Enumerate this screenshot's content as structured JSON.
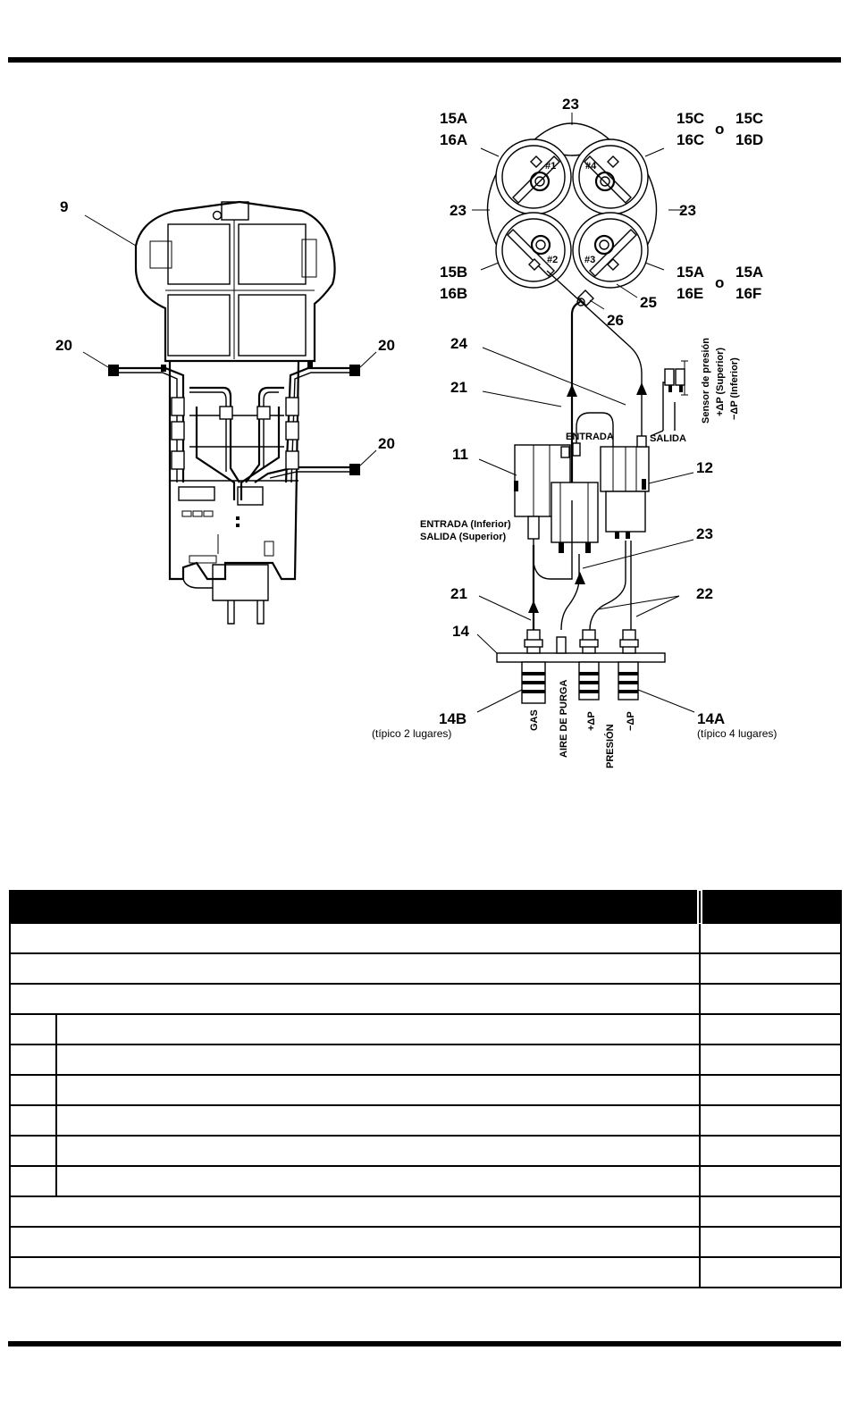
{
  "labels": {
    "left_assembly": "9",
    "connector_upper_left": "20",
    "connector_upper_right": "20",
    "connector_lower_right": "20",
    "block_11": "11",
    "block_12": "12",
    "manifold": "14",
    "fitting_left": "14B",
    "fitting_left_note": "(típico 2 lugares)",
    "fitting_right": "14A",
    "fitting_right_note": "(típico 4 lugares)",
    "tube_23_top": "23",
    "tube_23_left": "23",
    "tube_23_right": "23",
    "tube_23_lower": "23",
    "tube_24": "24",
    "tube_21_upper": "21",
    "tube_21_lower": "21",
    "tube_22": "22",
    "filter_25": "25",
    "filter_26": "26",
    "sensor_ul_top": "15A",
    "sensor_ul_bottom": "16A",
    "sensor_ur_a_top": "15C",
    "sensor_ur_a_bottom": "16C",
    "sensor_ur_or": "o",
    "sensor_ur_b_top": "15C",
    "sensor_ur_b_bottom": "16D",
    "sensor_ll_top": "15B",
    "sensor_ll_bottom": "16B",
    "sensor_lr_a_top": "15A",
    "sensor_lr_a_bottom": "16E",
    "sensor_lr_or": "o",
    "sensor_lr_b_top": "15A",
    "sensor_lr_b_bottom": "16F",
    "sensor_num_1": "#1",
    "sensor_num_2": "#2",
    "sensor_num_3": "#3",
    "sensor_num_4": "#4",
    "entrada": "ENTRADA",
    "salida": "SALIDA",
    "entrada_inferior": "ENTRADA (Inferior)",
    "salida_superior": "SALIDA (Superior)",
    "pressure_sensor": "Sensor de presión",
    "pressure_plus": "+ΔP (Superior)",
    "pressure_minus": "−ΔP (Inferior)",
    "port_gas": "GAS",
    "port_purge": "AIRE DE PURGA",
    "port_plus": "+ΔP",
    "port_pressure": "PRESIÓN",
    "port_minus": "−ΔP"
  }
}
